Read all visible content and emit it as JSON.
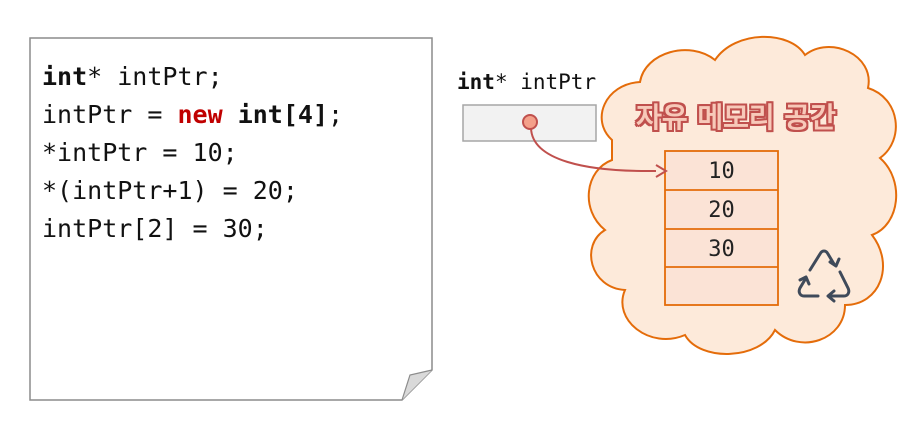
{
  "code_lines": [
    [
      {
        "text": "int",
        "style": "kw"
      },
      {
        "text": "* intPtr;",
        "style": ""
      }
    ],
    [
      {
        "text": "intPtr = ",
        "style": ""
      },
      {
        "text": "new",
        "style": "kw-new"
      },
      {
        "text": " ",
        "style": ""
      },
      {
        "text": "int[4]",
        "style": "kw"
      },
      {
        "text": ";",
        "style": ""
      }
    ],
    [
      {
        "text": "*intPtr = 10;",
        "style": ""
      }
    ],
    [
      {
        "text": "*(intPtr+1) = 20;",
        "style": ""
      }
    ],
    [
      {
        "text": "intPtr[2] = 30;",
        "style": ""
      }
    ]
  ],
  "pointer": {
    "type_keyword": "int",
    "rest": "* intPtr"
  },
  "heap": {
    "title": "자유 메모리 공간",
    "cells": [
      "10",
      "20",
      "30",
      ""
    ]
  },
  "colors": {
    "keyword_new": "#c00000",
    "cloud_fill": "#fdeada",
    "cloud_stroke": "#e46c0a",
    "cell_fill": "#fbe3d6",
    "cell_stroke": "#e46c0a",
    "arrow": "#c0504d",
    "recycle": "#3f4a5a"
  },
  "icons": {
    "recycle": "recycle-icon"
  }
}
